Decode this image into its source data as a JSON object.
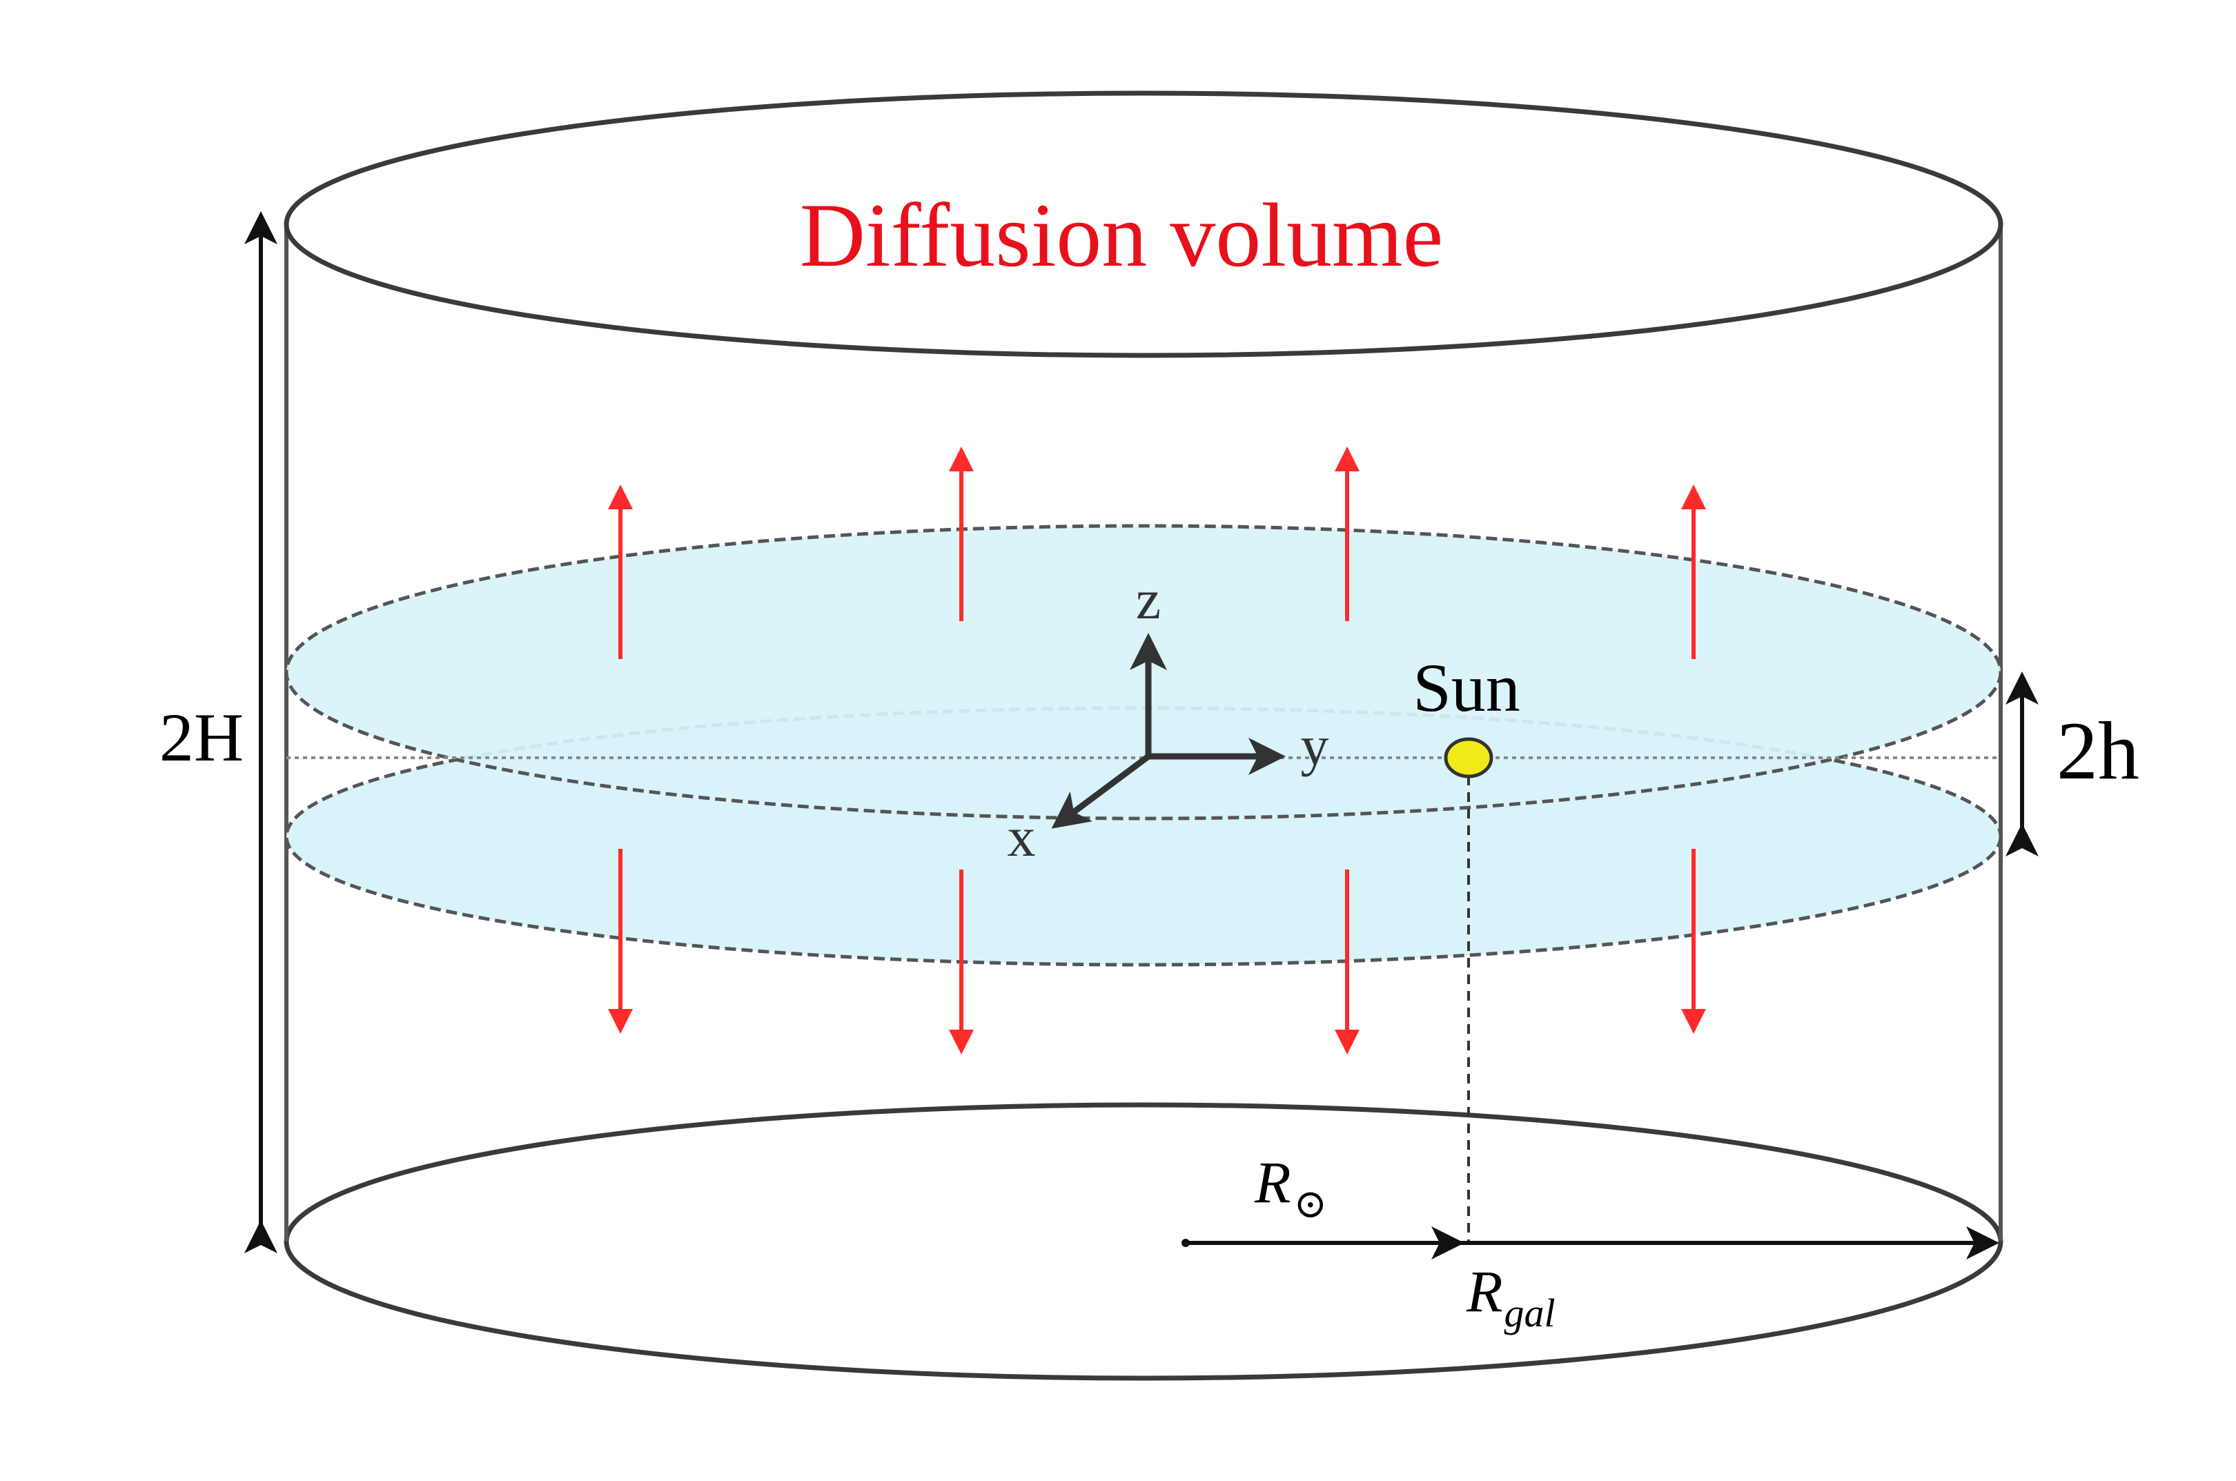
{
  "title": "Diffusion volume",
  "labels": {
    "full_height": "2H",
    "disk_height": "2h",
    "sun": "Sun",
    "axis_z": "z",
    "axis_y": "y",
    "axis_x": "x",
    "r_sun_symbol": "R",
    "r_sun_subscript": "⊙",
    "r_gal_symbol": "R",
    "r_gal_subscript": "gal"
  },
  "colors": {
    "title": "#e8101a",
    "arrows_red": "#ff2a2a",
    "disk_fill": "#d8f3fa",
    "sun_fill": "#f2ea18",
    "outline": "#3a3a3a"
  }
}
